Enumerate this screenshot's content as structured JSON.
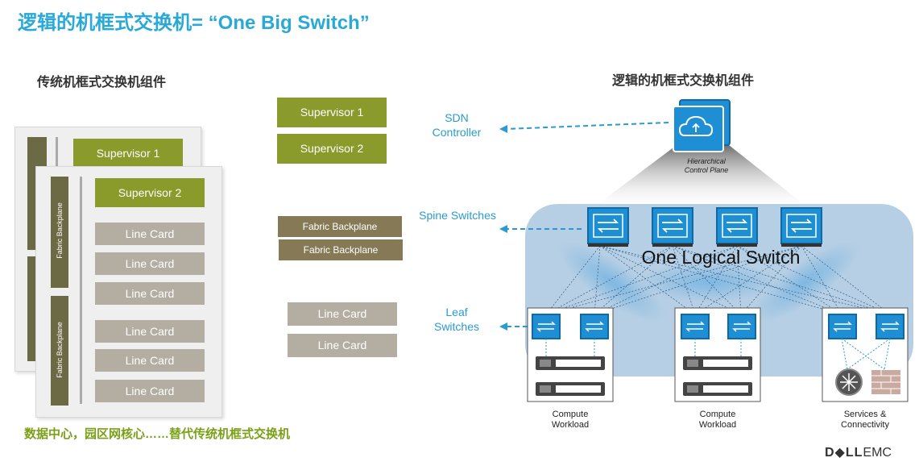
{
  "title": "逻辑的机框式交换机=  “One Big Switch”",
  "left": {
    "heading": "传统机框式交换机组件",
    "back_chassis": {
      "supervisor": "Supervisor  1"
    },
    "front_chassis": {
      "supervisor": "Supervisor 2",
      "backplane_labels": [
        "Fabric Backplane",
        "Fabric Backplane"
      ],
      "line_cards": [
        "Line Card",
        "Line Card",
        "Line Card",
        "Line Card",
        "Line Card",
        "Line Card"
      ]
    },
    "bottom_text": "数据中心，园区网核心……替代传统机框式交换机"
  },
  "middle": {
    "supervisors": [
      "Supervisor 1",
      "Supervisor 2"
    ],
    "backplanes": [
      "Fabric Backplane",
      "Fabric Backplane"
    ],
    "line_cards": [
      "Line Card",
      "Line Card"
    ]
  },
  "right": {
    "heading": "逻辑的机框式交换机组件",
    "labels": {
      "sdn": "SDN\nController",
      "spine": "Spine Switches",
      "leaf": "Leaf\nSwitches"
    },
    "control_plane": "Hierarchical\nControl Plane",
    "one_logical_switch": "One Logical Switch",
    "workloads": [
      "Compute\nWorkload",
      "Compute\nWorkload",
      "Services &\nConnectivity"
    ]
  },
  "brand": {
    "dell": "D◆LL",
    "emc": "EMC"
  },
  "colors": {
    "title_blue": "#29a9d8",
    "olive": "#8a9a2b",
    "switch_blue": "#1e8fd4",
    "bottom_green": "#7aa018"
  }
}
